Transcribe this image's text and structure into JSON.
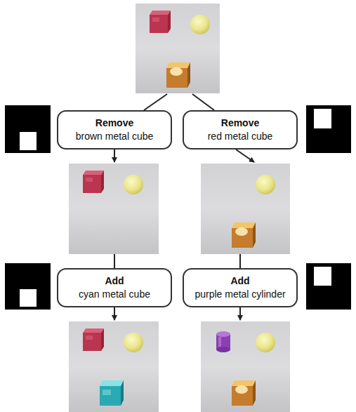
{
  "diagram": {
    "nodes": [
      {
        "text": [
          "Remove",
          "brown metal cube"
        ]
      },
      {
        "text": [
          "Remove",
          "red metal cube"
        ]
      },
      {
        "text": [
          "Add",
          "cyan metal cube"
        ]
      },
      {
        "text": [
          "Add",
          "purple metal cylinder"
        ]
      }
    ]
  }
}
